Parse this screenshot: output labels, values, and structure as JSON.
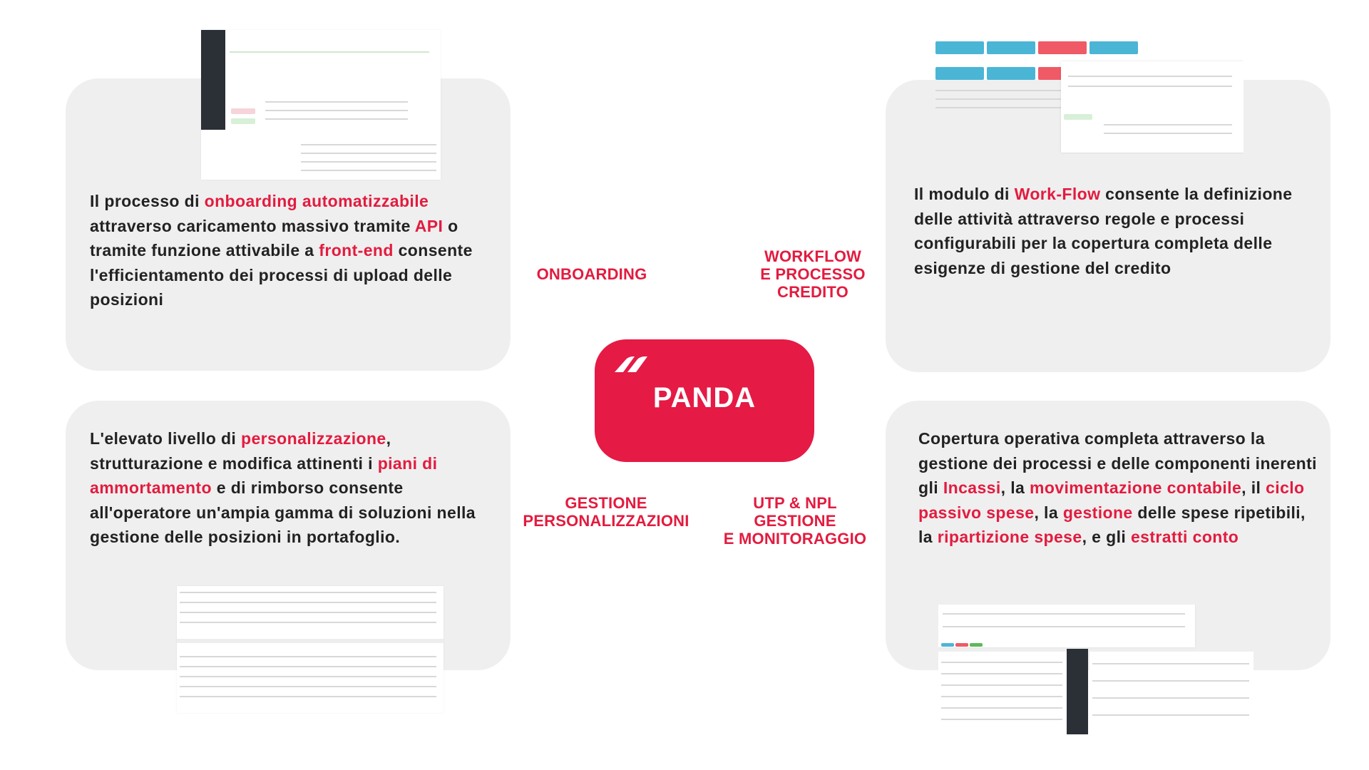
{
  "center": {
    "title": "PANDA"
  },
  "labels": {
    "onboarding": "ONBOARDING",
    "workflow_line1": "WORKFLOW",
    "workflow_line2": "E PROCESSO",
    "workflow_line3": "CREDITO",
    "gestione_line1": "GESTIONE",
    "gestione_line2": "PERSONALIZZAZIONI",
    "utp_line1": "UTP & NPL",
    "utp_line2": "GESTIONE",
    "utp_line3": "E MONITORAGGIO"
  },
  "cards": {
    "top_left": {
      "p1": "Il processo di ",
      "h1": "onboarding automatizzabile",
      "p2": " attraverso caricamento massivo tramite ",
      "h2": "API",
      "p3": " o tramite funzione attivabile a ",
      "h3": "front-end",
      "p4": " consente l'efficientamento dei processi di upload delle posizioni"
    },
    "top_right": {
      "p1": "Il modulo di ",
      "h1": "Work-Flow",
      "p2": " consente la definizione delle attività attraverso regole e processi configurabili per la copertura completa delle esigenze di gestione del credito"
    },
    "bottom_left": {
      "p1": "L'elevato livello di ",
      "h1": "personalizzazione",
      "p2": ", strutturazione e modifica attinenti i ",
      "h2": "piani di ammortamento",
      "p3": " e di rimborso consente all'operatore un'ampia gamma di soluzioni nella gestione delle posizioni in portafoglio."
    },
    "bottom_right": {
      "p1": "Copertura operativa completa attraverso la gestione dei processi e delle componenti inerenti gli ",
      "h1": "Incassi",
      "p2": ", la ",
      "h2": "movimentazione contabile",
      "p3": ", il ",
      "h3": "ciclo passivo spese",
      "p4": ", la ",
      "h4": "gestione",
      "p5": " delle spese ripetibili, la ",
      "h5": "ripartizione spese",
      "p6": ", e gli ",
      "h6": "estratti conto"
    }
  },
  "colors": {
    "accent": "#e31b3f",
    "card_bg": "#efefef",
    "center_bg": "#e51a45"
  }
}
